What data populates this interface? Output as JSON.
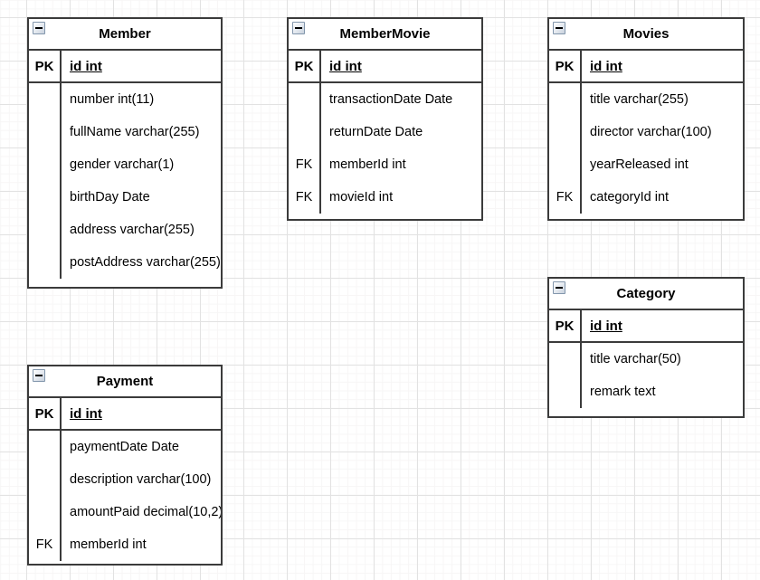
{
  "canvas": {
    "background": "#ffffff",
    "grid_major_color": "#e2e2e2",
    "grid_minor_color": "#f7f6f6",
    "shape_border_color": "#3b3b3b",
    "text_color": "#000000"
  },
  "icons": {
    "collapse": "minus-square-icon"
  },
  "tables": [
    {
      "name": "Member",
      "pk": {
        "key": "PK",
        "field": "id int"
      },
      "rows": [
        {
          "key": "",
          "field": "number int(11)"
        },
        {
          "key": "",
          "field": "fullName varchar(255)"
        },
        {
          "key": "",
          "field": "gender varchar(1)"
        },
        {
          "key": "",
          "field": "birthDay Date"
        },
        {
          "key": "",
          "field": "address varchar(255)"
        },
        {
          "key": "",
          "field": "postAddress varchar(255)"
        }
      ]
    },
    {
      "name": "MemberMovie",
      "pk": {
        "key": "PK",
        "field": "id int"
      },
      "rows": [
        {
          "key": "",
          "field": "transactionDate Date"
        },
        {
          "key": "",
          "field": "returnDate Date"
        },
        {
          "key": "FK",
          "field": "memberId int"
        },
        {
          "key": "FK",
          "field": "movieId int"
        }
      ]
    },
    {
      "name": "Movies",
      "pk": {
        "key": "PK",
        "field": "id int"
      },
      "rows": [
        {
          "key": "",
          "field": "title varchar(255)"
        },
        {
          "key": "",
          "field": "director varchar(100)"
        },
        {
          "key": "",
          "field": "yearReleased int"
        },
        {
          "key": "FK",
          "field": "categoryId int"
        }
      ]
    },
    {
      "name": "Category",
      "pk": {
        "key": "PK",
        "field": "id int"
      },
      "rows": [
        {
          "key": "",
          "field": "title varchar(50)"
        },
        {
          "key": "",
          "field": "remark text"
        }
      ]
    },
    {
      "name": "Payment",
      "pk": {
        "key": "PK",
        "field": "id int"
      },
      "rows": [
        {
          "key": "",
          "field": "paymentDate Date"
        },
        {
          "key": "",
          "field": "description varchar(100)"
        },
        {
          "key": "",
          "field": "amountPaid decimal(10,2)"
        },
        {
          "key": "FK",
          "field": "memberId int"
        }
      ]
    }
  ]
}
